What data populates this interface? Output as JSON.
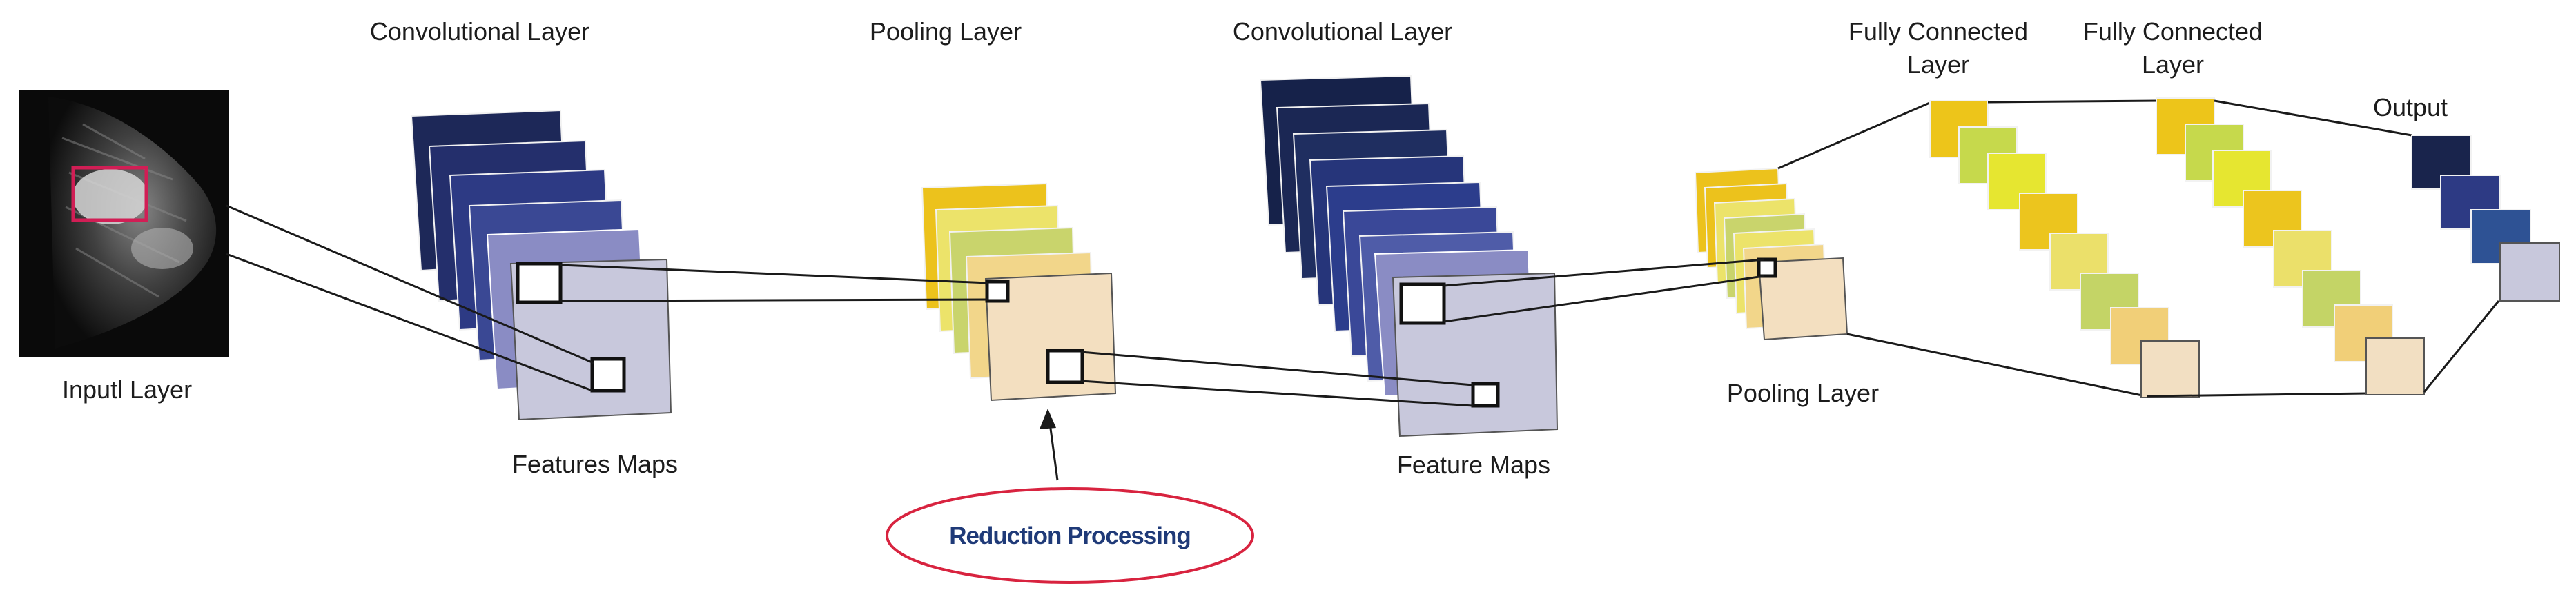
{
  "labels": {
    "input_layer": "Inputl Layer",
    "conv1": "Convolutional Layer",
    "feature_maps_1": "Features Maps",
    "pool1": "Pooling Layer",
    "conv2": "Convolutional Layer",
    "feature_maps_2": "Feature  Maps",
    "pool2": "Pooling Layer",
    "fc1": [
      "Fully Connected",
      "Layer"
    ],
    "fc2": [
      "Fully Connected",
      "Layer"
    ],
    "output": "Output",
    "reduction": "Reduction Processing"
  },
  "colors": {
    "conv_blues": [
      "#1d2858",
      "#242f6c",
      "#2d3a84",
      "#3a4894",
      "#5460a8",
      "#8a8cc4",
      "#c8c8dc"
    ],
    "pool_yellows": [
      "#ecc21c",
      "#ece36a",
      "#c9d46c",
      "#f2d68a",
      "#f3dfc0"
    ],
    "conv2_blues": [
      "#16224a",
      "#1b2754",
      "#1f2e60",
      "#26357a",
      "#2c3d8c",
      "#3a4898",
      "#4f5ca8",
      "#8a8cc4",
      "#c8c8dc"
    ],
    "fc_yellows": [
      "#edc51a",
      "#c6d94c",
      "#e6e630",
      "#ecc51e",
      "#ebe06a",
      "#c4d466",
      "#f1cf78",
      "#f2dfc2"
    ],
    "output_blues": [
      "#19244c",
      "#2d3a84",
      "#2e5294",
      "#c8c8dc"
    ],
    "highlight_box": "#d11e55",
    "ellipse_stroke": "#d8233f"
  }
}
